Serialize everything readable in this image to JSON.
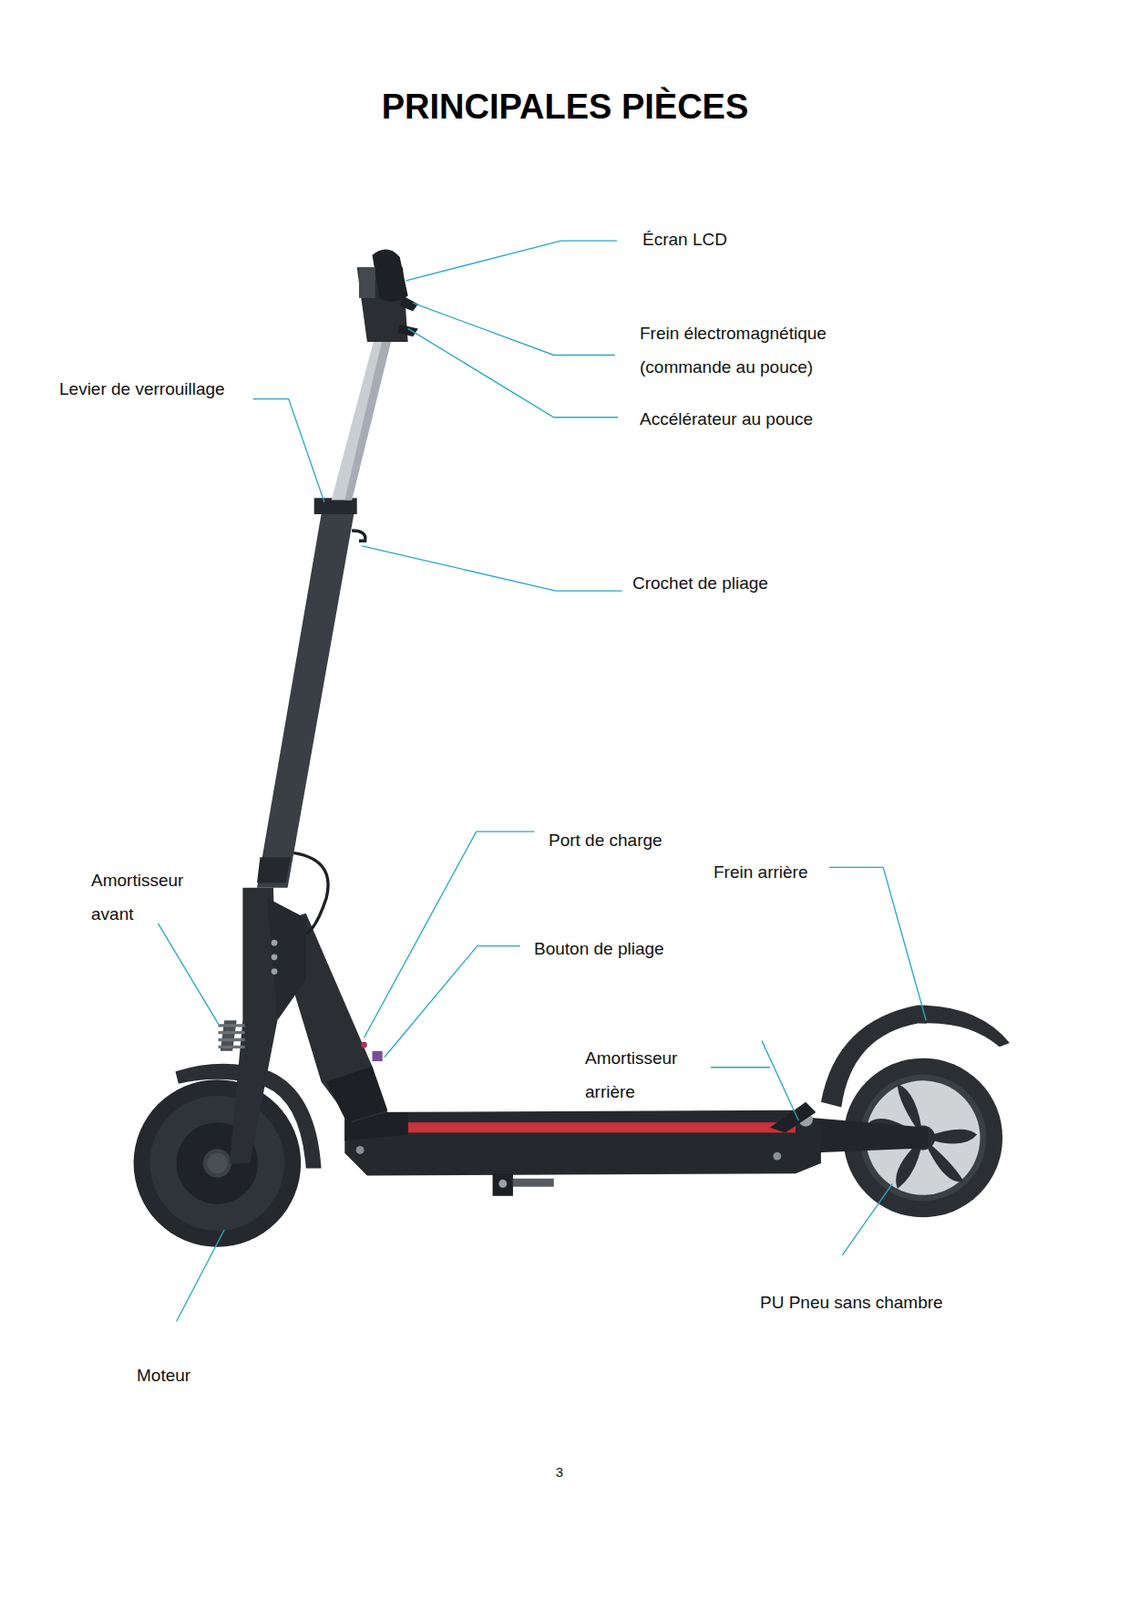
{
  "diagram": {
    "title": "PRINCIPALES PIÈCES",
    "labels": [
      "Écran LCD",
      "Frein électromagnétique (commande au pouce)",
      "Levier de verrouillage",
      "Accélérateur au pouce",
      "Crochet de pliage",
      "Port de charge",
      "Frein arrière",
      "Amortisseur avant",
      "Bouton de pliage",
      "Amortisseur arrière",
      "PU Pneu sans chambre",
      "Moteur",
      "3"
    ]
  }
}
